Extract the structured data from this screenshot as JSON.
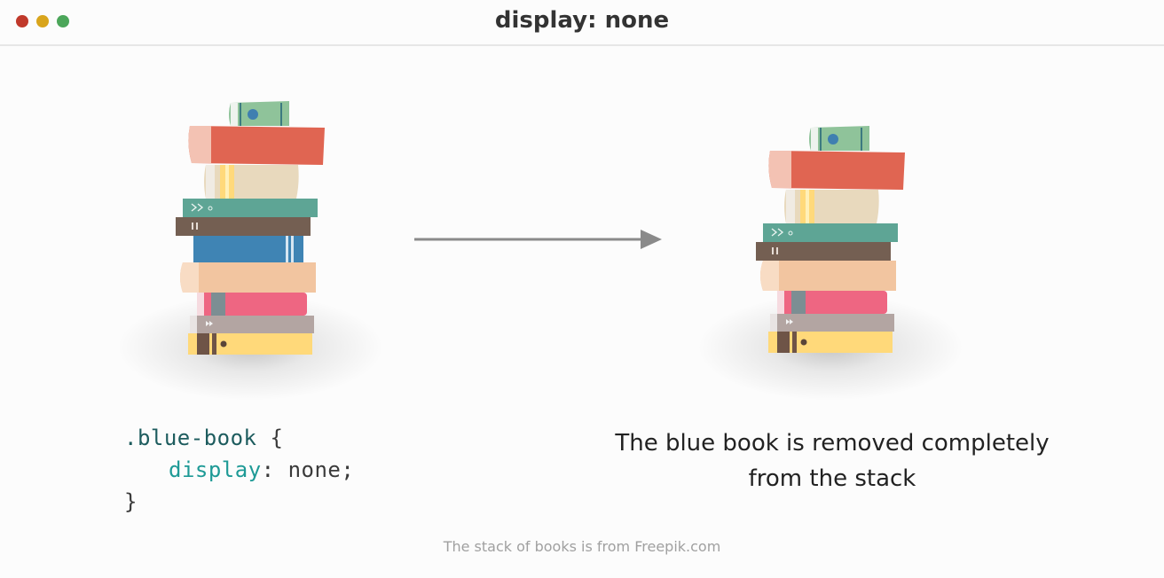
{
  "window": {
    "title": "display: none",
    "controls": [
      {
        "name": "close",
        "color": "#c0392b"
      },
      {
        "name": "minimize",
        "color": "#d9a51c"
      },
      {
        "name": "maximize",
        "color": "#4ca65a"
      }
    ]
  },
  "code": {
    "selector": ".blue-book",
    "open_brace": "{",
    "property": "display",
    "colon": ":",
    "value": "none;",
    "close_brace": "}"
  },
  "caption": {
    "line1": "The blue book is removed completely",
    "line2": "from the stack"
  },
  "credit": "The stack of books is from Freepik.com",
  "colors": {
    "arrow": "#8a8a8a",
    "green_book": "#8fc39a",
    "red_book": "#e06552",
    "cream_book": "#e8d9bd",
    "teal_book": "#5ea595",
    "brown_book": "#745f52",
    "blue_book": "#3f84b4",
    "peach_book": "#f2c5a0",
    "pink_book": "#ee6682",
    "mauve_book": "#b3a5a2",
    "yellow_book": "#ffd97a"
  }
}
